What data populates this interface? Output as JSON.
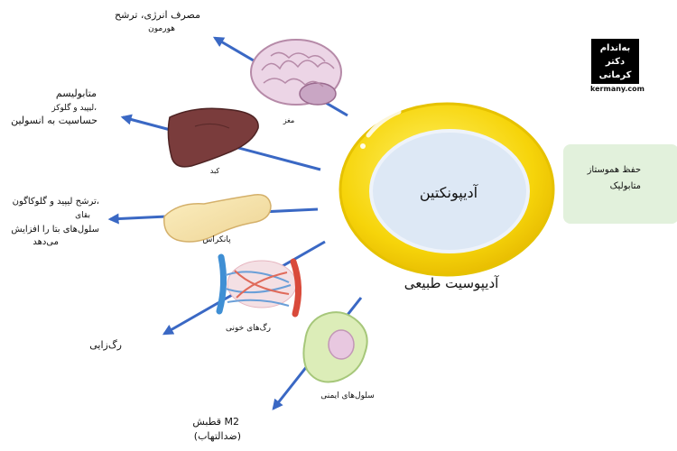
{
  "center": {
    "hormone_label": "آدیپونکتین",
    "cell_label": "آدیپوسیت طبیعی"
  },
  "effects": {
    "brain": {
      "organ_label": "مغز",
      "line1": "مصرف انرژی، ترشح",
      "line2": "هورمون"
    },
    "liver": {
      "organ_label": "کبد",
      "line1": "متابولیسم",
      "line2": "لیپید و گلوکز،",
      "line3": "حساسیت به انسولین"
    },
    "pancreas": {
      "organ_label": "پانکراس",
      "line1": "ترشح لیپید و گلوکاگون،",
      "line2": "بقای",
      "line3": "سلول‌های بتا را افزایش",
      "line4": "می‌دهد"
    },
    "vessels": {
      "organ_label": "رگ‌های خونی",
      "line1": "رگ‌زایی"
    },
    "immune": {
      "organ_label": "سلول‌های ایمنی",
      "line1": "قطبش M2",
      "line2": "(ضدالتهاب)"
    }
  },
  "homeostasis": {
    "line1": "حفظ هموستاز",
    "line2": "متابولیک"
  },
  "logo": {
    "line1": "به‌اندام",
    "line2": "دکتر",
    "line3": "کرمانی",
    "url": "kermany.com"
  },
  "colors": {
    "arrow": "#3a68c4",
    "cell_outer": "#f6d40a",
    "cell_inner": "#dde8f5",
    "homeo_bg": "#e2f1dc"
  }
}
